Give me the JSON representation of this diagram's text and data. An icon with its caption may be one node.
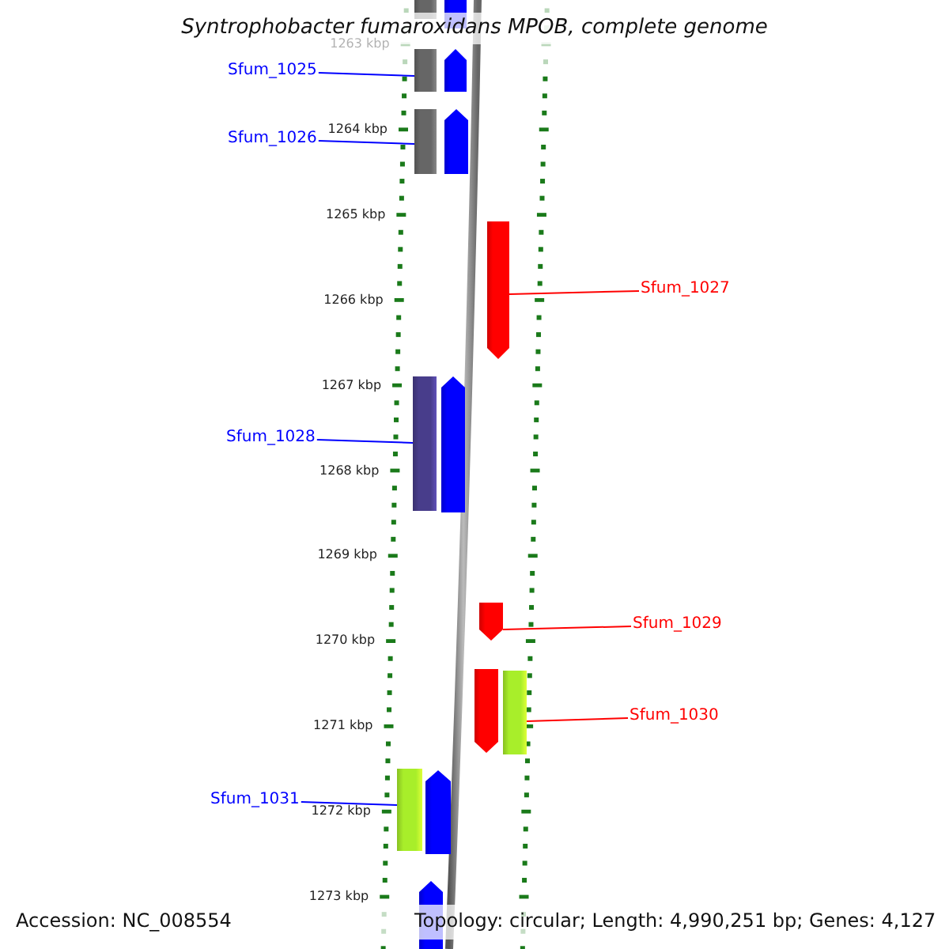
{
  "diagram": {
    "title": "Syntrophobacter fumaroxidans MPOB, complete genome",
    "nodes": [
      {
        "text": [],
        "shape": "bar"
      },
      {
        "text": [],
        "shape": "arrow"
      },
      {
        "text": [
          "Sfum_1025"
        ]
      },
      {
        "text": [],
        "shape": "bar"
      },
      {
        "text": [],
        "shape": "arrow"
      },
      {
        "text": [
          "Sfum_1026"
        ]
      },
      {
        "text": [],
        "shape": "bar"
      },
      {
        "text": [],
        "shape": "arrow"
      },
      {
        "text": [],
        "shape": "arrow"
      },
      {
        "text": [
          "Sfum_1027"
        ]
      },
      {
        "text": [],
        "shape": "bar"
      },
      {
        "text": [],
        "shape": "arrow"
      },
      {
        "text": [
          "Sfum_1028"
        ]
      },
      {
        "text": [],
        "shape": "arrow"
      },
      {
        "text": [
          "Sfum_1029"
        ]
      },
      {
        "text": [],
        "shape": "arrow"
      },
      {
        "text": [],
        "shape": "bar"
      },
      {
        "text": [
          "Sfum_1030"
        ]
      },
      {
        "text": [
          "Sfum_1031"
        ]
      },
      {
        "text": [],
        "shape": "bar"
      },
      {
        "text": [],
        "shape": "arrow"
      },
      {
        "text": [],
        "shape": "arrow"
      }
    ],
    "edges": [
      {
        "from": 2,
        "to": 3,
        "arrow": "none"
      },
      {
        "from": 5,
        "to": 6,
        "arrow": "none"
      },
      {
        "from": 9,
        "to": 8,
        "arrow": "none",
        "color": "#ff0000"
      },
      {
        "from": 12,
        "to": 10,
        "arrow": "none"
      },
      {
        "from": 14,
        "to": 13,
        "arrow": "none",
        "color": "#ff0000"
      },
      {
        "from": 17,
        "to": 16,
        "arrow": "none",
        "color": "#ff0000"
      },
      {
        "from": 18,
        "to": 19,
        "arrow": "none"
      }
    ],
    "labels": [
      "1263 kbp",
      "1264 kbp",
      "1265 kbp",
      "1266 kbp",
      "1267 kbp",
      "1268 kbp",
      "1269 kbp",
      "1270 kbp",
      "1271 kbp",
      "1272 kbp",
      "1273 kbp",
      "Accession: NC_008554",
      "Topology: circular; Length: 4,990,251 bp; Genes: 4,127"
    ]
  }
}
